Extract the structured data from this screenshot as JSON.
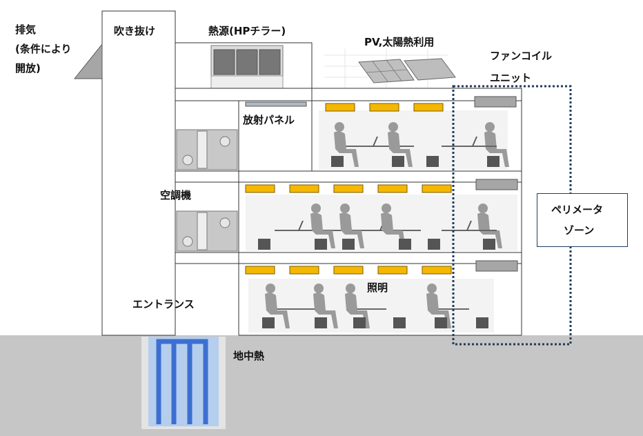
{
  "labels": {
    "exhaust": "排気",
    "exhaust_condition": "(条件により",
    "exhaust_open": "開放)",
    "atrium": "吹き抜け",
    "heat_source": "熱源(HPチラー)",
    "pv": "PV,太陽熱利用",
    "fan_coil_1": "ファンコイル",
    "fan_coil_2": "ユニット",
    "radiant_panel": "放射パネル",
    "ahu": "空調機",
    "perimeter_1": "ペリメータ",
    "perimeter_2": "ゾーン",
    "lighting": "照明",
    "entrance": "エントランス",
    "geothermal": "地中熱"
  },
  "colors": {
    "ground": "#c6c6c6",
    "lighting": "#f5b800",
    "fcu": "#a6a6a6",
    "person": "#9a9a9a",
    "pipe_dark": "#3d6fd1",
    "pipe_light": "#a9c8ef",
    "perimeter_line": "#1f3b5a"
  },
  "icons": [
    "roof-vent-icon",
    "chiller-icon",
    "solar-panel-icon",
    "ahu-unit-icon",
    "person-icon",
    "desk-icon",
    "laptop-icon",
    "chair-icon",
    "light-fixture-icon",
    "fan-coil-icon",
    "ground-loop-icon"
  ]
}
